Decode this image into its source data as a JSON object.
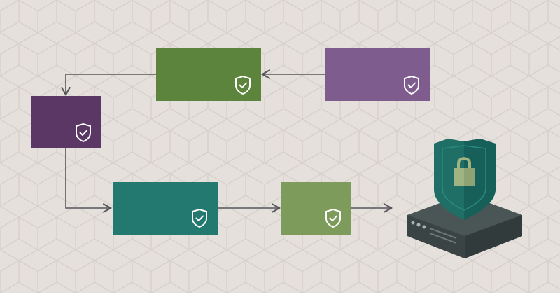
{
  "diagram": {
    "background": "#e6e0dc",
    "pattern_stroke": "#d6d0cb",
    "connector_color": "#55555a",
    "nodes": [
      {
        "id": "top-right",
        "color": "#7f5c8e",
        "badge": "shield-check-icon"
      },
      {
        "id": "top-middle",
        "color": "#5c843c",
        "badge": "shield-check-icon"
      },
      {
        "id": "left",
        "color": "#5b3765",
        "badge": "shield-check-icon"
      },
      {
        "id": "bottom-left",
        "color": "#23796f",
        "badge": "shield-check-icon"
      },
      {
        "id": "bottom-right",
        "color": "#7d9b5a",
        "badge": "shield-check-icon"
      }
    ],
    "server": {
      "icon": "secure-server-icon",
      "shield_color": "#1f6f66",
      "lock_color": "#9fb482",
      "body_color": "#3c4647"
    }
  }
}
